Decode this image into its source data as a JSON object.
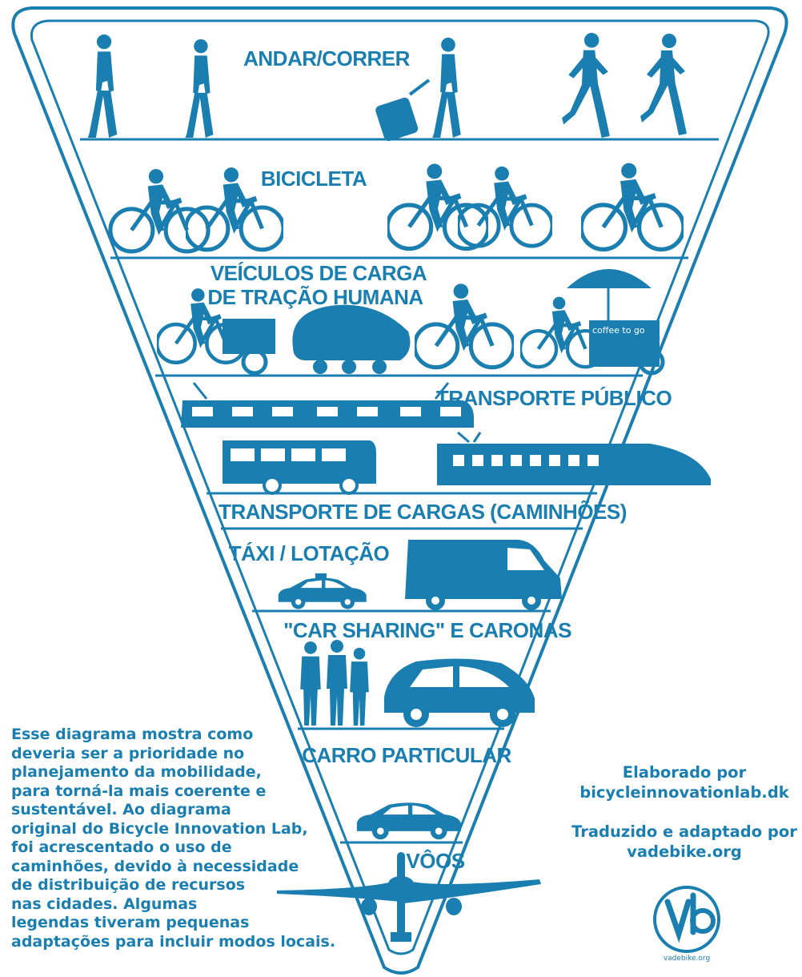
{
  "colors": {
    "primary": "#1a7fb0",
    "background": "#ffffff"
  },
  "tiers": [
    {
      "id": "walk",
      "label": "ANDAR/CORRER"
    },
    {
      "id": "bike",
      "label": "BICICLETA"
    },
    {
      "id": "cargo",
      "label_lines": [
        "VEÍCULOS DE CARGA",
        "DE TRAÇÃO HUMANA"
      ]
    },
    {
      "id": "transit",
      "label": "TRANSPORTE PÚBLICO"
    },
    {
      "id": "freight",
      "label": "TRANSPORTE DE CARGAS (CAMINHÕES)"
    },
    {
      "id": "taxi",
      "label": "TÁXI / LOTAÇÃO"
    },
    {
      "id": "carsharing",
      "label": "\"CAR SHARING\" E CARONAS"
    },
    {
      "id": "car",
      "label": "CARRO PARTICULAR"
    },
    {
      "id": "flights",
      "label": "VÔOS"
    }
  ],
  "cart_sign": "coffee to go",
  "description_lines": [
    "Esse diagrama mostra como",
    "deveria ser a prioridade no",
    "planejamento da mobilidade,",
    "para torná-la mais coerente e",
    "sustentável. Ao diagrama",
    "original do Bicycle Innovation Lab,",
    "foi acrescentado o uso de",
    "caminhões, devido à necessidade",
    "de distribuição de recursos",
    "nas cidades. Algumas",
    "legendas tiveram pequenas",
    "adaptações para incluir modos locais."
  ],
  "credits": {
    "made_by_label": "Elaborado por",
    "made_by": "bicycleinnovationlab.dk",
    "adapted_by_label": "Traduzido e adaptado por",
    "adapted_by": "vadebike.org"
  },
  "logo": {
    "text": "vadebike.org",
    "icon": "vadebike-logo-icon"
  }
}
